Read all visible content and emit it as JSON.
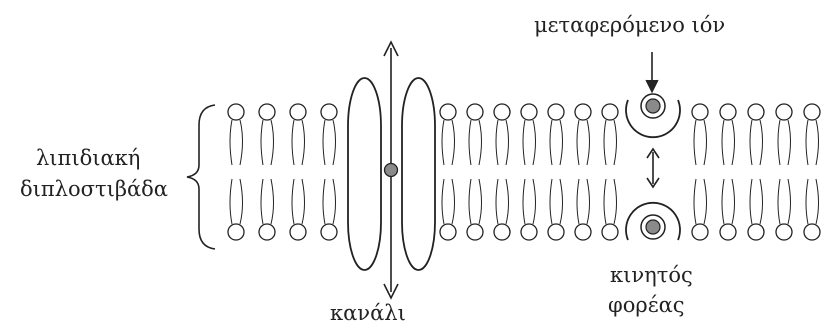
{
  "labels": {
    "transported_ion": "μεταφερόμενο ιόν",
    "lipid_bilayer_line1": "λιπιδιακή",
    "lipid_bilayer_line2": "διπλοστιβάδα",
    "channel": "κανάλι",
    "mobile_carrier_line1": "κινητός",
    "mobile_carrier_line2": "φορέας"
  },
  "colors": {
    "ink": "#222222",
    "ion_fill": "#8a8a8a",
    "background": "#ffffff"
  }
}
